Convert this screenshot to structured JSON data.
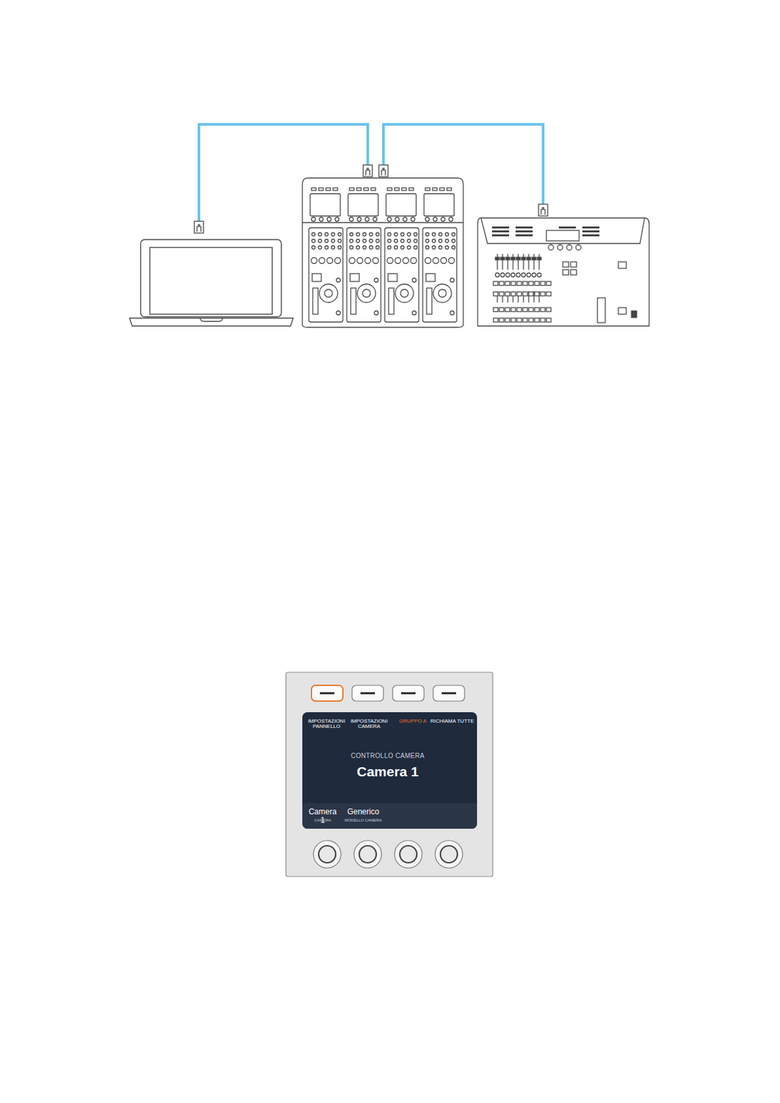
{
  "diagram": {
    "nodes": [
      {
        "text": [
          "IMPOSTAZIONI PANNELLO",
          "IMPOSTAZIONI CAMERA",
          "GRUPPO A",
          "RICHIAMA TUTTE",
          "CONTROLLO CAMERA",
          "Camera 1"
        ]
      },
      {
        "text": [
          "Camera 1",
          "CAMERA",
          "Generico",
          "MODELLO CAMERA"
        ],
        "in": 0
      }
    ]
  }
}
